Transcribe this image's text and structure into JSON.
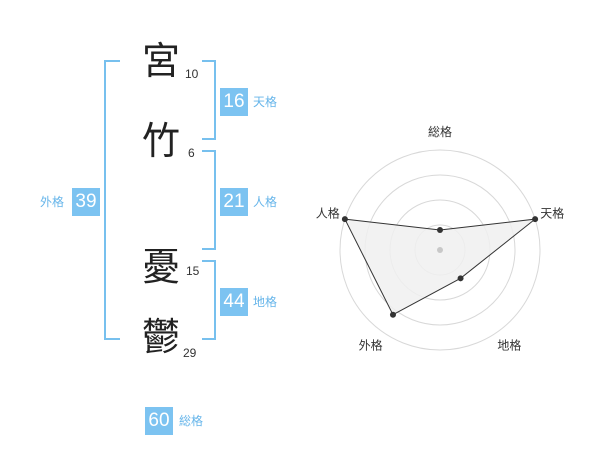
{
  "name": {
    "characters": [
      {
        "char": "宮",
        "strokes": "10"
      },
      {
        "char": "竹",
        "strokes": "6"
      },
      {
        "char": "憂",
        "strokes": "15"
      },
      {
        "char": "鬱",
        "strokes": "29"
      }
    ]
  },
  "fortunes": {
    "tenkaku": {
      "value": "16",
      "label": "天格"
    },
    "jinkaku": {
      "value": "21",
      "label": "人格"
    },
    "chikaku": {
      "value": "44",
      "label": "地格"
    },
    "gaikaku": {
      "value": "39",
      "label": "外格"
    },
    "soukaku": {
      "value": "60",
      "label": "総格"
    }
  },
  "radar": {
    "axes": [
      "総格",
      "天格",
      "地格",
      "外格",
      "人格"
    ],
    "values": [
      0.2,
      1.0,
      0.35,
      0.8,
      1.0
    ],
    "max": 1.0,
    "rings": 4,
    "fill_color": "#f0f0f0",
    "line_color": "#333333",
    "ring_color": "#d8d8d8"
  },
  "colors": {
    "accent": "#7cc3f1",
    "bracket": "#77c0ee"
  }
}
